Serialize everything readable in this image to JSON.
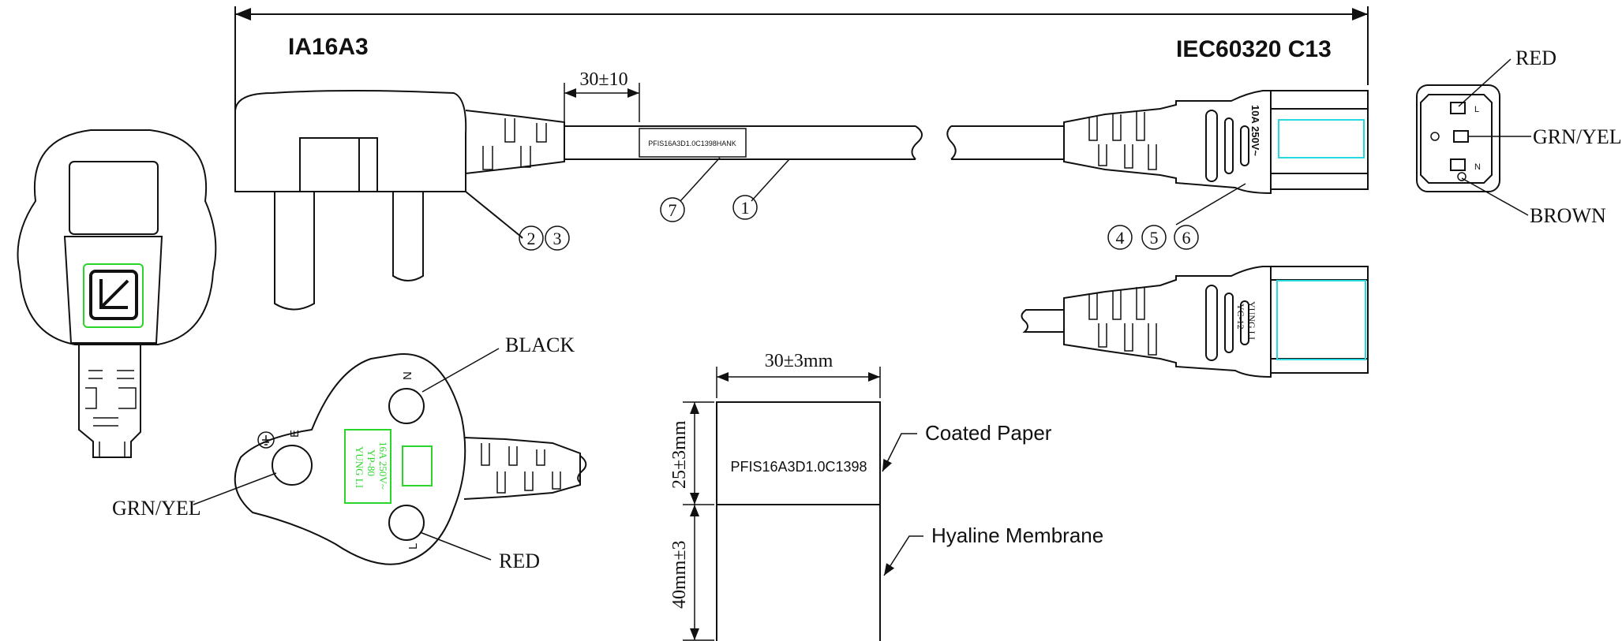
{
  "plug_standard": "IA16A3",
  "connector_standard": "IEC60320 C13",
  "cable_label_dim": "30±10",
  "cable_print": "PFIS16A3D1.0C1398HANK",
  "connector_rating": "10A 250V~",
  "connector_brand": "YUNG LI",
  "connector_model": "YC-12",
  "plug_brand": "YUNG LI",
  "plug_model": "YP-80",
  "plug_rating": "16A 250V~",
  "callouts": [
    "1",
    "2",
    "3",
    "4",
    "5",
    "6",
    "7"
  ],
  "callout_symbols": [
    "①",
    "②",
    "③",
    "④",
    "⑤",
    "⑥",
    "⑦"
  ],
  "pin_letters": {
    "earth": "E",
    "neutral": "N",
    "live": "L"
  },
  "wire_colors": {
    "live": "RED",
    "earth": "GRN/YEL",
    "neutral": "BROWN",
    "plug_neutral": "BLACK",
    "plug_live": "RED",
    "plug_earth": "GRN/YEL"
  },
  "label": {
    "width_dim": "30±3mm",
    "upper_height_dim": "25±3mm",
    "lower_height_dim": "40mm±3",
    "label_text": "PFIS16A3D1.0C1398",
    "upper_material": "Coated Paper",
    "lower_material": "Hyaline Membrane"
  },
  "colors": {
    "certification_mark": "#2bd62b",
    "connector_insert": "#2ad9e0",
    "line": "#111111"
  }
}
